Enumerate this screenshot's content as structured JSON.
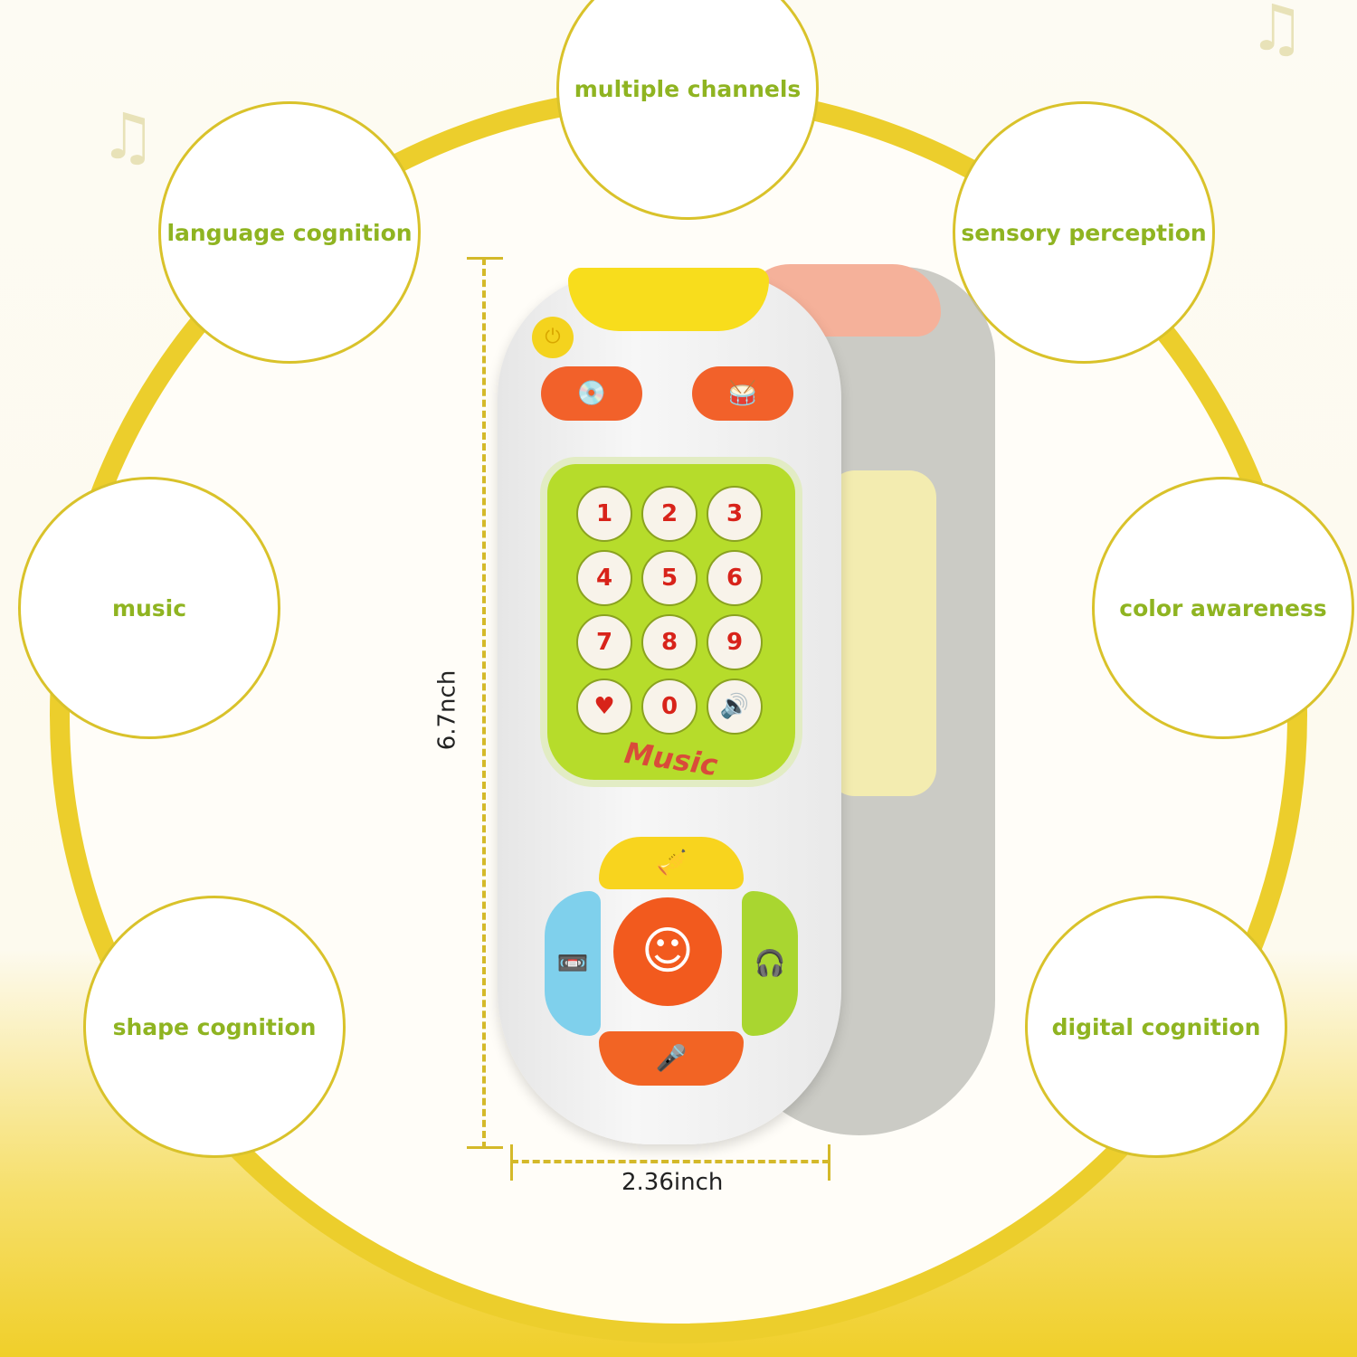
{
  "features": [
    "multiple channels",
    "language cognition",
    "sensory perception",
    "music",
    "color awareness",
    "shape cognition",
    "digital cognition"
  ],
  "dimensions": {
    "height": "6.7nch",
    "width": "2.36inch"
  },
  "remote": {
    "keys": [
      "1",
      "2",
      "3",
      "4",
      "5",
      "6",
      "7",
      "8",
      "9",
      "♥",
      "0",
      "🔊"
    ],
    "brand_text": "Music",
    "power_icon": "⏻",
    "top_buttons": [
      "💿",
      "🥁"
    ],
    "nav_buttons": {
      "up": "🎺",
      "down": "🎤",
      "left": "📼",
      "right": "🎧"
    },
    "center_face": "☺"
  },
  "colors": {
    "accent_yellow": "#ecce2c",
    "text_green": "#8fb421",
    "key_red": "#d8231a"
  }
}
